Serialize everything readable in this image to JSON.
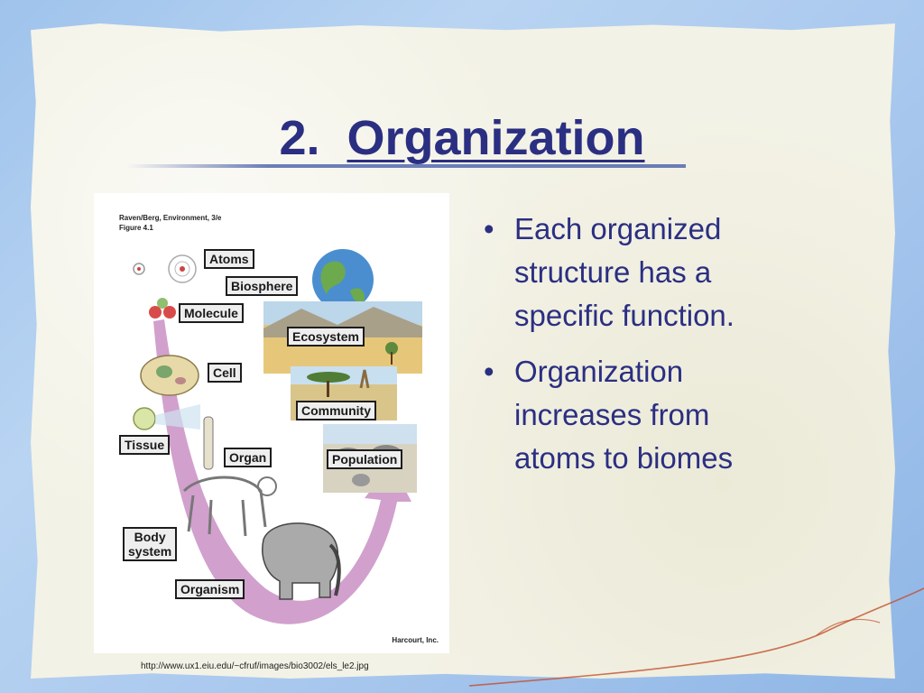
{
  "slide": {
    "title_number": "2.",
    "title_word": "Organization",
    "bullets": [
      "Each organized structure has a specific function.",
      "Organization increases from atoms to biomes"
    ],
    "bullet_glyph": "•",
    "source_url": "http://www.ux1.eiu.edu/~cfruf/images/bio3002/els_le2.jpg"
  },
  "figure": {
    "caption_line1": "Raven/Berg, Environment, 3/e",
    "caption_line2": "Figure 4.1",
    "credit": "Harcourt, Inc.",
    "labels": {
      "atoms": "Atoms",
      "biosphere": "Biosphere",
      "molecule": "Molecule",
      "ecosystem": "Ecosystem",
      "cell": "Cell",
      "community": "Community",
      "tissue": "Tissue",
      "organ": "Organ",
      "population": "Population",
      "body_system_1": "Body",
      "body_system_2": "system",
      "organism": "Organism"
    }
  },
  "colors": {
    "title": "#2b2f82",
    "bullet_text": "#2b2f82",
    "arrow": "#c98fc4",
    "background": "#a9c8ee",
    "paper": "#f3f2e6"
  }
}
